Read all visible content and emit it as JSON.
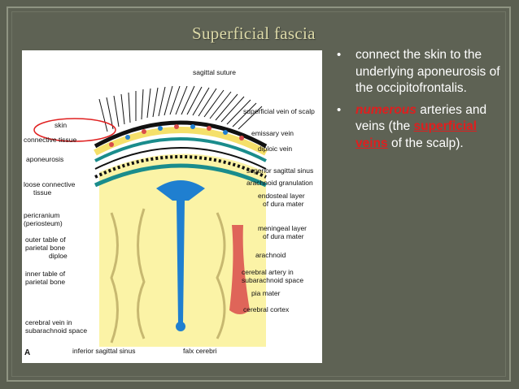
{
  "slide": {
    "title": "Superficial fascia",
    "bullets": [
      {
        "text": "connect the skin to the underlying aponeurosis of the occipitofrontalis."
      },
      {
        "emph": "numerous",
        "mid": " arteries and veins (the ",
        "link": "superficial veins",
        "tail": " of the scalp)."
      }
    ]
  },
  "diagram": {
    "labels_left": [
      "skin",
      "connective tissue",
      "aponeurosis",
      "loose connective",
      "tissue",
      "pericranium",
      "(periosteum)",
      "outer table of",
      "parietal bone",
      "diploe",
      "inner table of",
      "parietal bone",
      "cerebral vein in",
      "subarachnoid space"
    ],
    "labels_right": [
      "superficial vein of scalp",
      "emissary vein",
      "diploic vein",
      "superior sagittal sinus",
      "arachnoid granulation",
      "endosteal layer",
      "of dura mater",
      "meningeal layer",
      "of dura mater",
      "arachnoid",
      "cerebral artery in",
      "subarachnoid space",
      "pia mater",
      "cerebral cortex"
    ],
    "labels_top": [
      "sagittal suture"
    ],
    "labels_bottom": [
      "A",
      "inferior sagittal sinus",
      "falx cerebri"
    ],
    "colors": {
      "bone": "#fbf3a6",
      "vessel_blue": "#1f7fd0",
      "artery_red": "#d94b4b",
      "skin_highlight": "#e02020"
    }
  }
}
